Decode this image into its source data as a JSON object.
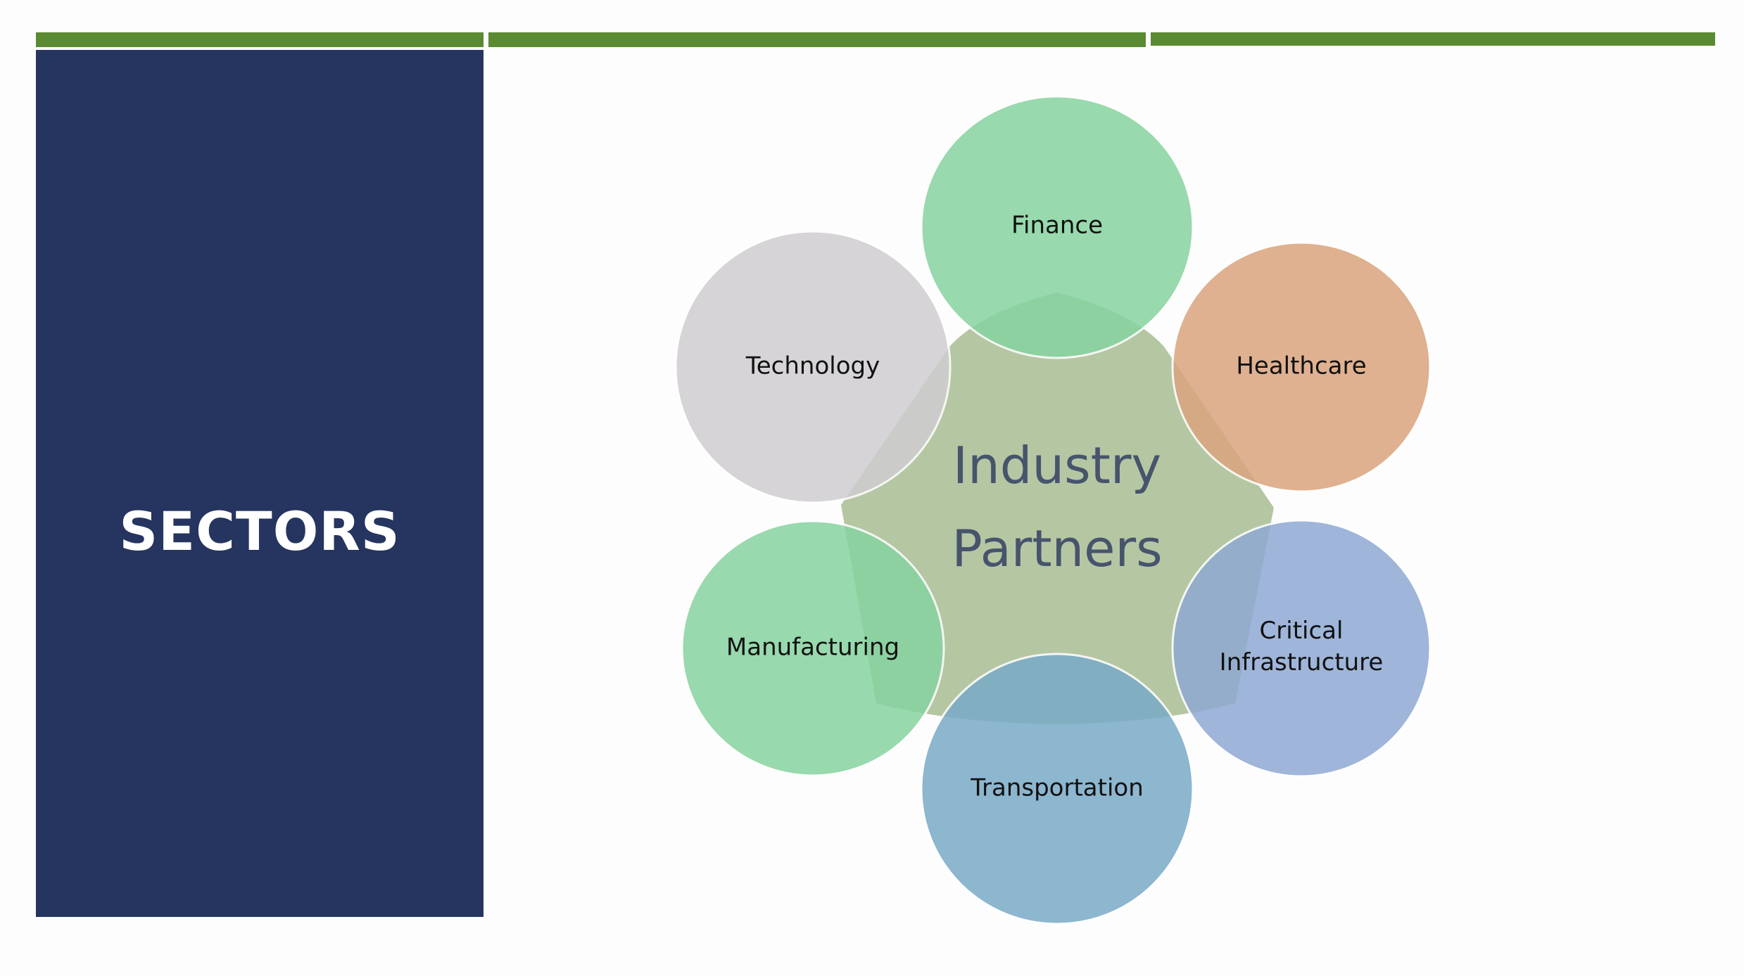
{
  "slide": {
    "title": "SECTORS",
    "colors": {
      "accent_bar": "#5a8a32",
      "side_panel": "#25355f",
      "background": "#fdfdfd"
    }
  },
  "diagram": {
    "type": "radial-venn",
    "center": {
      "label_line1": "Industry",
      "label_line2": "Partners",
      "fill": "#a3b88c"
    },
    "sectors": [
      {
        "label": "Finance",
        "fill": "#87d3a0"
      },
      {
        "label": "Healthcare",
        "fill": "#daa47e"
      },
      {
        "label_line1": "Critical",
        "label_line2": "Infrastructure",
        "fill": "#8fa9d3"
      },
      {
        "label": "Transportation",
        "fill": "#7aaac8"
      },
      {
        "label": "Manufacturing",
        "fill": "#87d3a0"
      },
      {
        "label": "Technology",
        "fill": "#d0ced1"
      }
    ]
  }
}
